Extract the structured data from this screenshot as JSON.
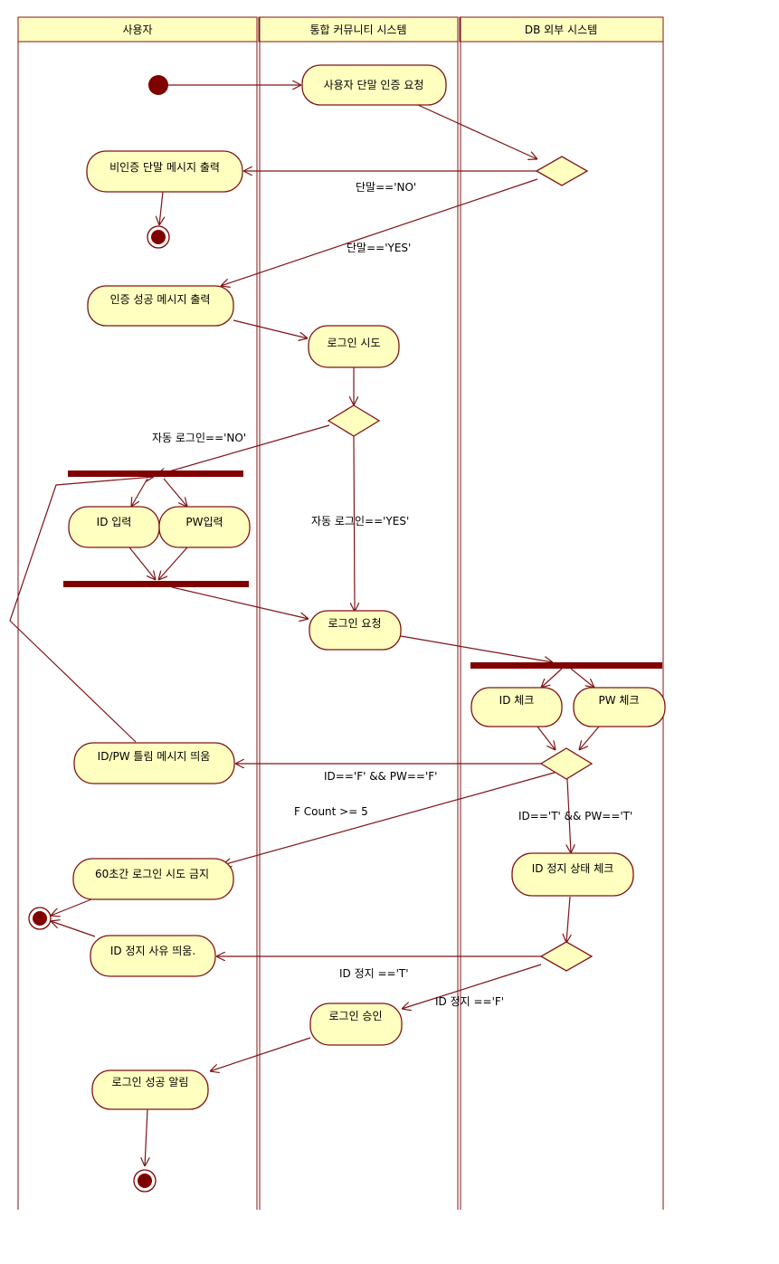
{
  "lanes": [
    {
      "id": "user",
      "title": "사용자"
    },
    {
      "id": "system",
      "title": "통합 커뮤니티 시스템"
    },
    {
      "id": "db",
      "title": "DB 외부 시스템"
    }
  ],
  "actions": {
    "device_auth_request": "사용자 단말 인증 요청",
    "unauth_device_msg": "비인증 단말 메시지 출력",
    "auth_success_msg": "인증 성공 메시지 출력",
    "login_attempt": "로그인 시도",
    "id_input": "ID 입력",
    "pw_input": "PW입력",
    "login_request": "로그인 요청",
    "id_check": "ID 체크",
    "pw_check": "PW 체크",
    "idpw_wrong_msg": "ID/PW 틀림 메시지 띄움",
    "login_block_60s": "60초간 로그인 시도 금지",
    "id_status_check": "ID 정지 상태 체크",
    "id_suspend_reason": "ID 정지 사유 띄움.",
    "login_approve": "로그인 승인",
    "login_success_notice": "로그인 성공 알림"
  },
  "guards": {
    "device_no": "단말=='NO'",
    "device_yes": "단말=='YES'",
    "auto_login_no": "자동 로그인=='NO'",
    "auto_login_yes": "자동 로그인=='YES'",
    "idpw_false": "ID=='F' && PW=='F'",
    "fail_count": "F Count >= 5",
    "idpw_true": "ID=='T' && PW=='T'",
    "suspended_true": "ID 정지 =='T'",
    "suspended_false": "ID 정지 =='F'"
  },
  "colors": {
    "node_fill": "#ffffc0",
    "stroke": "#7f1416",
    "bar": "#800000",
    "header_fill": "#ffffc0"
  }
}
